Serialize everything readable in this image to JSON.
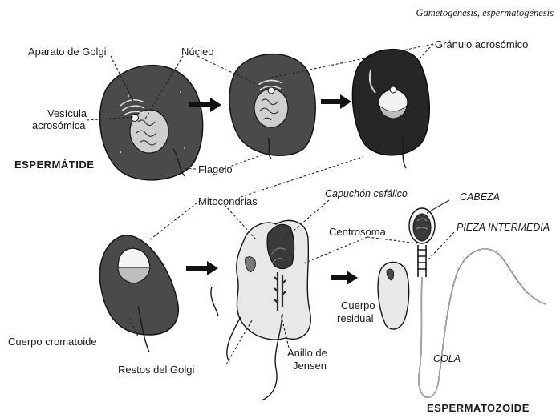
{
  "header": "Gametogénesis, espermatogénesis",
  "labels": {
    "golgi": "Aparato de Golgi",
    "nucleo": "Núcleo",
    "granulo": "Gránulo acrosómico",
    "vesicula_1": "Vesícula",
    "vesicula_2": "acrosómica",
    "espermatide": "ESPERMÁTIDE",
    "flagelo": "Flagelo",
    "mitocondrias": "Mitocondrias",
    "capuchon": "Capuchón cefálico",
    "cabeza": "CABEZA",
    "pieza": "PIEZA INTERMEDIA",
    "centrosoma": "Centrosoma",
    "cuerpo_res_1": "Cuerpo",
    "cuerpo_res_2": "residual",
    "cuerpo_crom": "Cuerpo cromatoide",
    "anillo_1": "Anillo de",
    "anillo_2": "Jensen",
    "restos": "Restos del Golgi",
    "cola": "COLA",
    "espermatozoide": "ESPERMATOZOIDE"
  }
}
